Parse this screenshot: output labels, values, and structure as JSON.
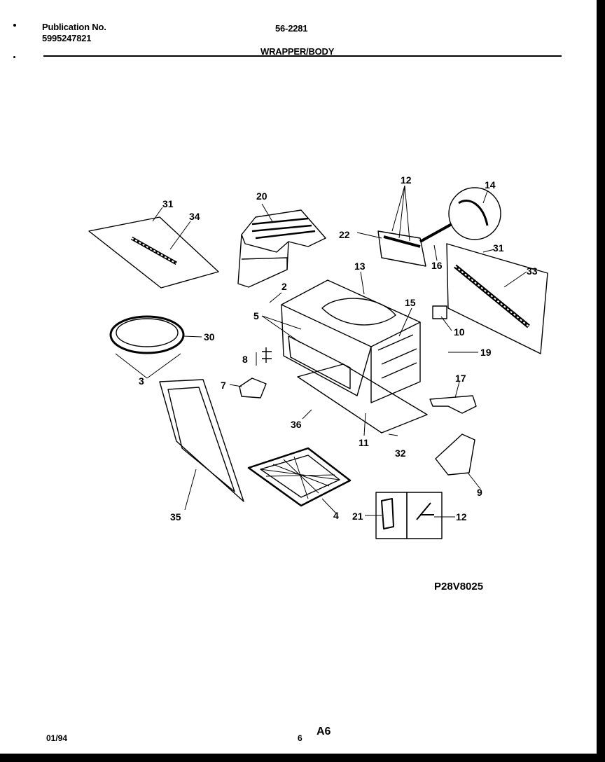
{
  "header": {
    "publication_label": "Publication No.",
    "publication_number": "5995247821",
    "model": "56-2281",
    "section": "WRAPPER/BODY"
  },
  "diagram_code": "P28V8025",
  "footer": {
    "date": "01/94",
    "page_number": "6",
    "page_code": "A6"
  },
  "callouts": [
    "31",
    "34",
    "20",
    "12",
    "14",
    "22",
    "16",
    "31",
    "33",
    "13",
    "2",
    "15",
    "5",
    "10",
    "30",
    "19",
    "8",
    "3",
    "7",
    "17",
    "36",
    "11",
    "32",
    "35",
    "4",
    "21",
    "12",
    "9"
  ]
}
